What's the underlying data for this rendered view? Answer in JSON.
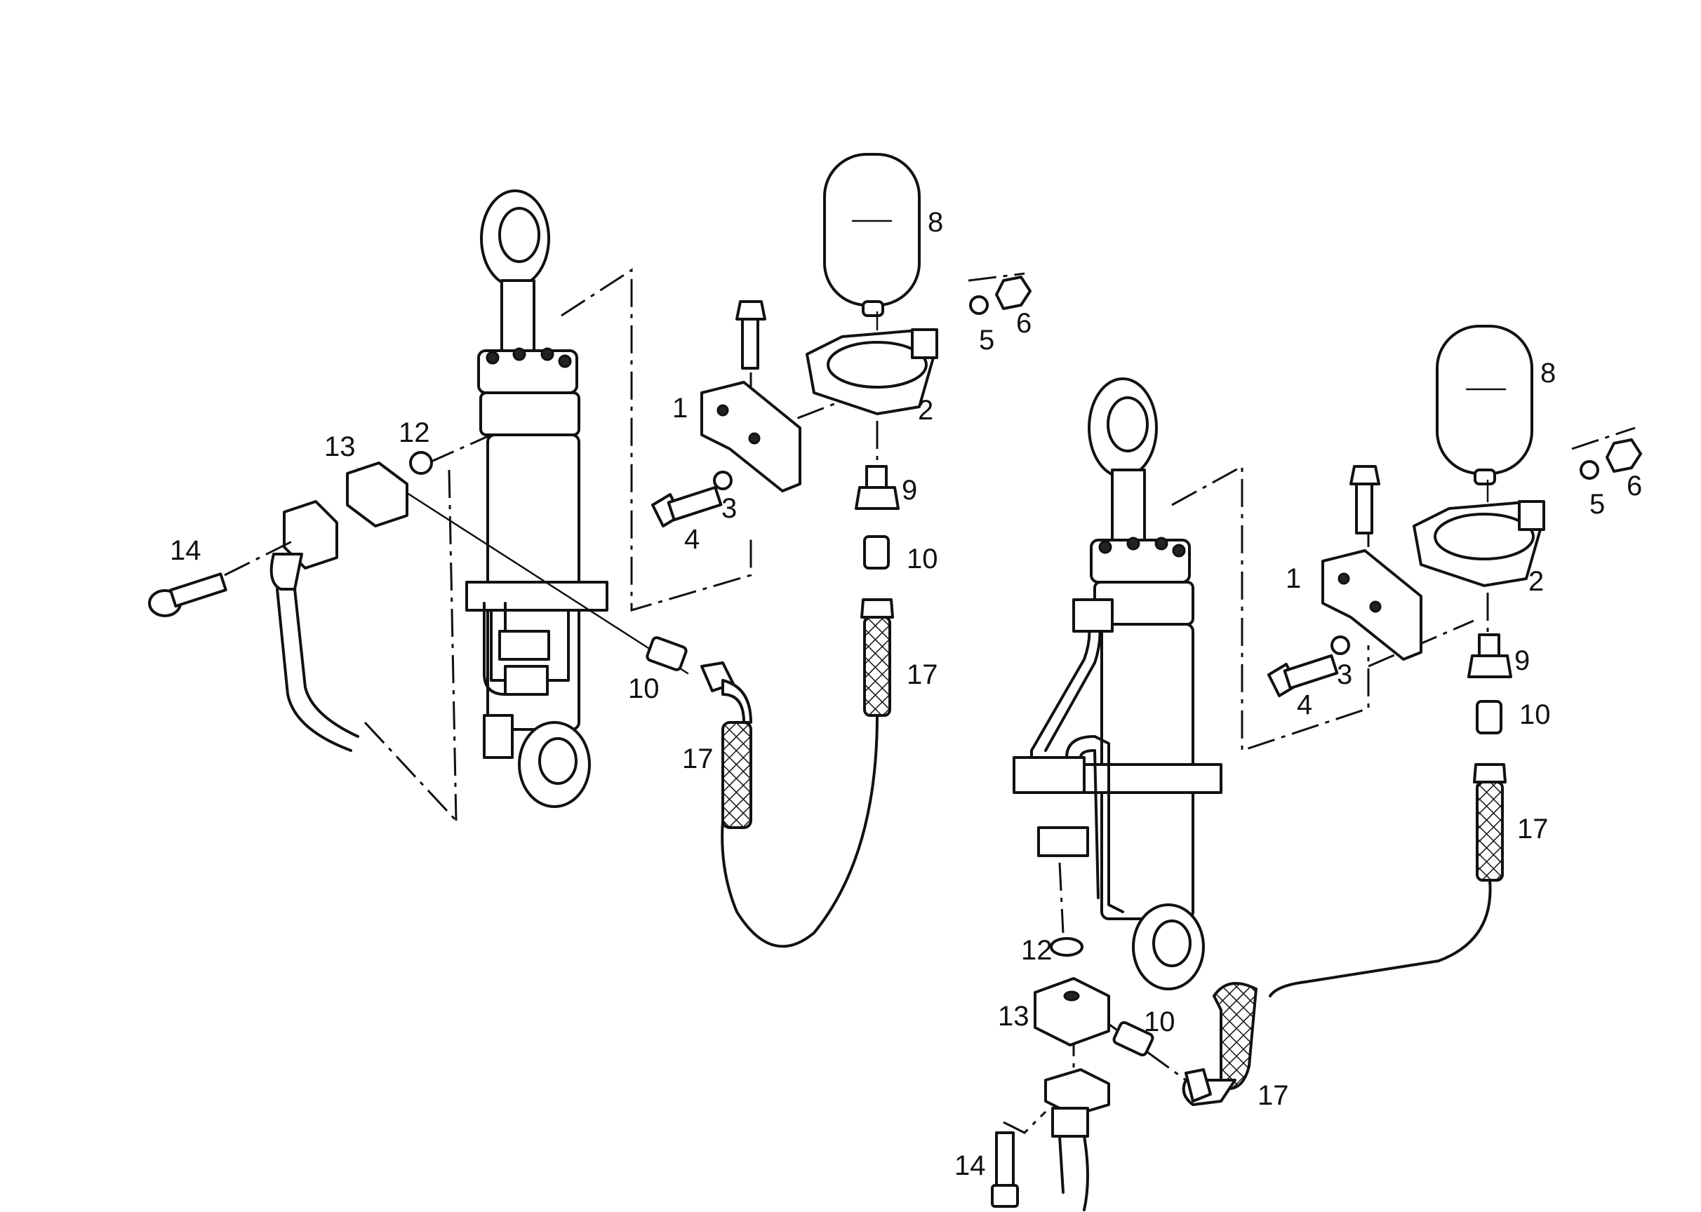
{
  "labels": {
    "left": {
      "bracket": "1",
      "clamp": "2",
      "washer_small": "3",
      "bolt": "4",
      "washer": "5",
      "nut": "6",
      "accumulator": "8",
      "adapter": "9",
      "fitting_vertical": "10",
      "fitting_side": "10",
      "seal_ring": "12",
      "flange_block": "13",
      "screw": "14",
      "hose_vertical": "17",
      "hose_side": "17"
    },
    "right": {
      "bracket": "1",
      "clamp": "2",
      "washer_small": "3",
      "bolt": "4",
      "washer": "5",
      "nut": "6",
      "accumulator": "8",
      "adapter": "9",
      "fitting_vertical": "10",
      "fitting_side": "10",
      "seal_ring": "12",
      "flange_block": "13",
      "screw": "14",
      "hose_vertical": "17",
      "hose_side": "17"
    }
  }
}
